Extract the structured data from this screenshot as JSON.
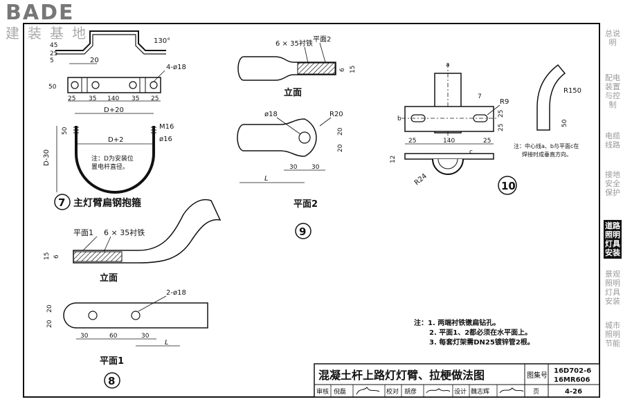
{
  "logo": {
    "latin": "BADE",
    "chinese": "建装基地"
  },
  "sidebar": {
    "items": [
      {
        "label": "总说明",
        "active": false
      },
      {
        "label": "配电装置与控制",
        "active": false
      },
      {
        "label": "电缆线路",
        "active": false
      },
      {
        "label": "接地安全保护",
        "active": false
      },
      {
        "label": "道路照明灯具安装",
        "active": true
      },
      {
        "label": "景观照明灯具安装",
        "active": false
      },
      {
        "label": "城市照明节能",
        "active": false
      }
    ]
  },
  "fig7": {
    "caption_number": "7",
    "caption": "主灯臂扁钢抱箍",
    "top_dims": {
      "d5": "5",
      "d25": "25",
      "d45": "45",
      "d20": "20",
      "angle": "130°"
    },
    "plan_dims": {
      "holes": "4-ø18",
      "h50": "50",
      "d25a": "25",
      "d35a": "35",
      "d140": "140",
      "d35b": "35",
      "d25b": "25",
      "span": "D+20"
    },
    "u_dims": {
      "d_minus_30": "D-30",
      "d50": "50",
      "d_plus_2": "D+2",
      "m16": "M16",
      "phi16": "ø16"
    },
    "note": [
      "注：D为安装位",
      "置电杆直径。"
    ]
  },
  "fig8": {
    "caption_number": "8",
    "elevation_label": "立面",
    "plan_label": "平面1",
    "callout_plane": "平面1",
    "callout_iron": "6 × 35衬铁",
    "elev_dims": {
      "d15": "15",
      "d6": "6"
    },
    "plan_dims": {
      "holes": "2-ø18",
      "d20a": "20",
      "d20b": "20",
      "d30a": "30",
      "d60": "60",
      "d30b": "30",
      "l1": "L"
    }
  },
  "fig9": {
    "caption_number": "9",
    "elevation_label": "立面",
    "plan_label": "平面2",
    "callout_iron": "6 × 35衬铁",
    "callout_plane": "平面2",
    "elev_dims": {
      "d6": "6",
      "d15": "15"
    },
    "plan_dims": {
      "phi18": "ø18",
      "r20": "R20",
      "d20a": "20",
      "d20b": "20",
      "d30a": "30",
      "d30b": "30",
      "l1": "L"
    }
  },
  "fig10": {
    "caption_number": "10",
    "labels": {
      "a": "a",
      "b": "b",
      "c": "c",
      "r9": "R9",
      "d7": "7",
      "d25a": "25",
      "d25b": "25",
      "d25c": "25",
      "d140": "140",
      "d25d": "25",
      "d12": "12",
      "r24": "R24",
      "r150": "R150",
      "d50": "50"
    },
    "note": [
      "注：中心线a、b与平面c在",
      "焊接时成垂直方向。"
    ]
  },
  "general_notes": [
    "注：1. 两端衬铁镦扁钻孔。",
    "2. 平面1、2都必须在水平面上。",
    "3. 每套灯架需DN25镀锌管2根。"
  ],
  "title_block": {
    "title": "混凝土杆上路灯灯臂、拉梗做法图",
    "atlas_label": "图集号",
    "atlas_no_1": "16D702-6",
    "atlas_no_2": "16MR606",
    "reviewer_label": "审核",
    "reviewer_name": "倪磊",
    "checker_label": "校对",
    "checker_name": "胡彦",
    "designer_label": "设计",
    "designer_name": "魏志辉",
    "page_label": "页",
    "page_no": "4-26"
  }
}
